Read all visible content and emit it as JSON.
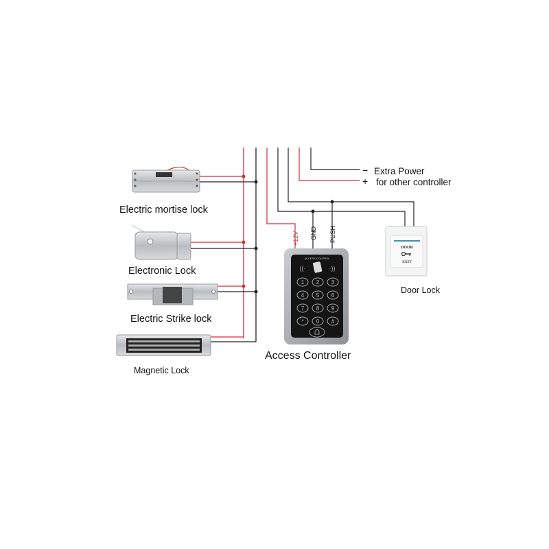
{
  "locks": {
    "mortise": "Electric mortise lock",
    "electronic": "Electronic Lock",
    "strike": "Electric Strike lock",
    "magnetic": "Magnetic Lock"
  },
  "controller": {
    "label": "Access Controller",
    "panel_text": "ACCESS CONTROL",
    "keys": [
      "1",
      "2",
      "3",
      "4",
      "5",
      "6",
      "7",
      "8",
      "9",
      "*",
      "0",
      "#"
    ],
    "terminals": {
      "power": "+12V",
      "gnd": "GND",
      "push": "PUSH"
    }
  },
  "extra_power": {
    "minus": "−",
    "plus": "+",
    "line1": "Extra Power",
    "line2": "for other controller"
  },
  "exit_button": {
    "label": "Door Lock",
    "top_text": "DOOR",
    "bottom_text": "EXIT"
  },
  "colors": {
    "positive_wire": "#d32f3a",
    "negative_wire": "#222222"
  }
}
